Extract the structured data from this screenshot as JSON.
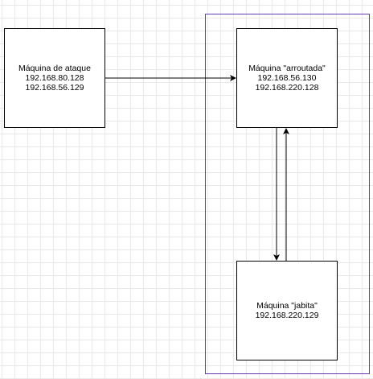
{
  "diagram": {
    "colors": {
      "group_border": "#6a3ab8",
      "stroke": "#000000",
      "grid": "#e9e9e9"
    },
    "nodes": {
      "attack": {
        "title": "Máquina de ataque",
        "ip1": "192.168.80.128",
        "ip2": "192.168.56.129"
      },
      "router": {
        "title": "Máquina \"arroutada\"",
        "ip1": "192.168.56.130",
        "ip2": "192.168.220.128"
      },
      "jabita": {
        "title": "Máquina \"jabita\"",
        "ip1": "192.168.220.129"
      }
    }
  }
}
